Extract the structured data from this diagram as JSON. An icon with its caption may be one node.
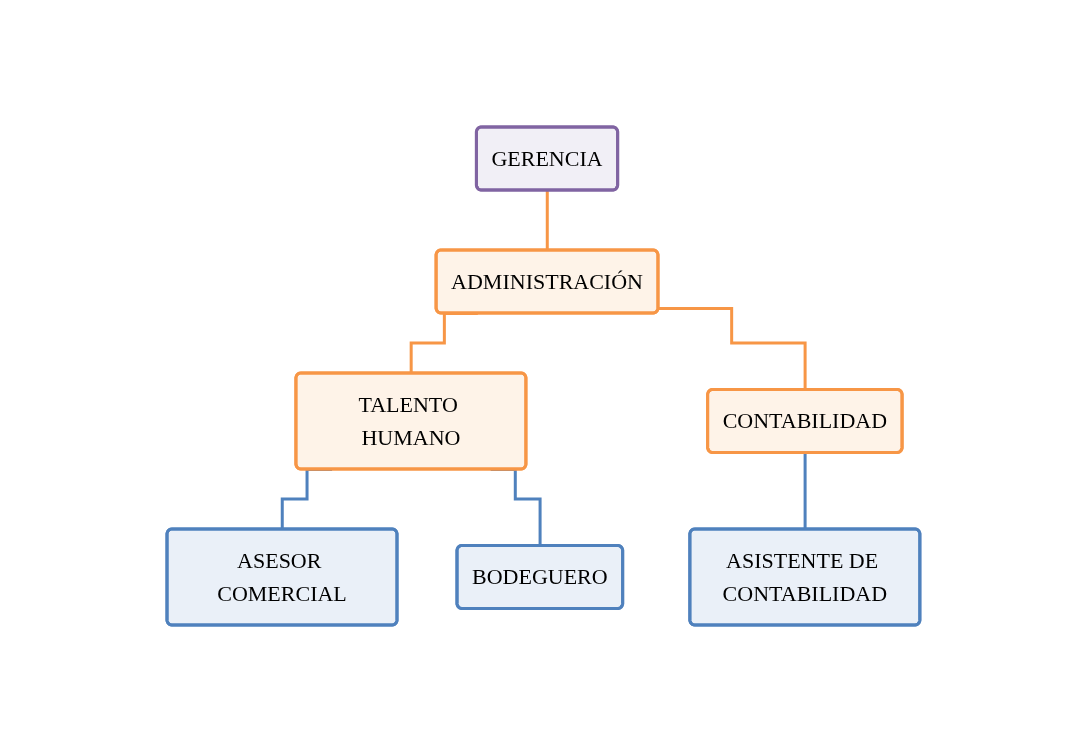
{
  "diagram": {
    "nodes": [
      {
        "text": [
          "GERENCIA"
        ]
      },
      {
        "text": [
          "ADMINISTRACIÓN"
        ]
      },
      {
        "text": [
          "TALENTO HUMANO"
        ]
      },
      {
        "text": [
          "CONTABILIDAD"
        ]
      },
      {
        "text": [
          "ASESOR COMERCIAL"
        ]
      },
      {
        "text": [
          "BODEGUERO"
        ]
      },
      {
        "text": [
          "ASISTENTE DE CONTABILIDAD"
        ]
      }
    ],
    "edges": [
      {
        "from": 0,
        "to": 1,
        "arrow": "none",
        "color": "#f79646"
      },
      {
        "from": 1,
        "to": 2,
        "arrow": "none",
        "color": "#f79646"
      },
      {
        "from": 1,
        "to": 3,
        "arrow": "none",
        "color": "#f79646"
      },
      {
        "from": 2,
        "to": 4,
        "arrow": "none",
        "color": "#4f81bd"
      },
      {
        "from": 2,
        "to": 5,
        "arrow": "none",
        "color": "#4f81bd"
      },
      {
        "from": 3,
        "to": 6,
        "arrow": "none",
        "color": "#4f81bd"
      }
    ]
  }
}
